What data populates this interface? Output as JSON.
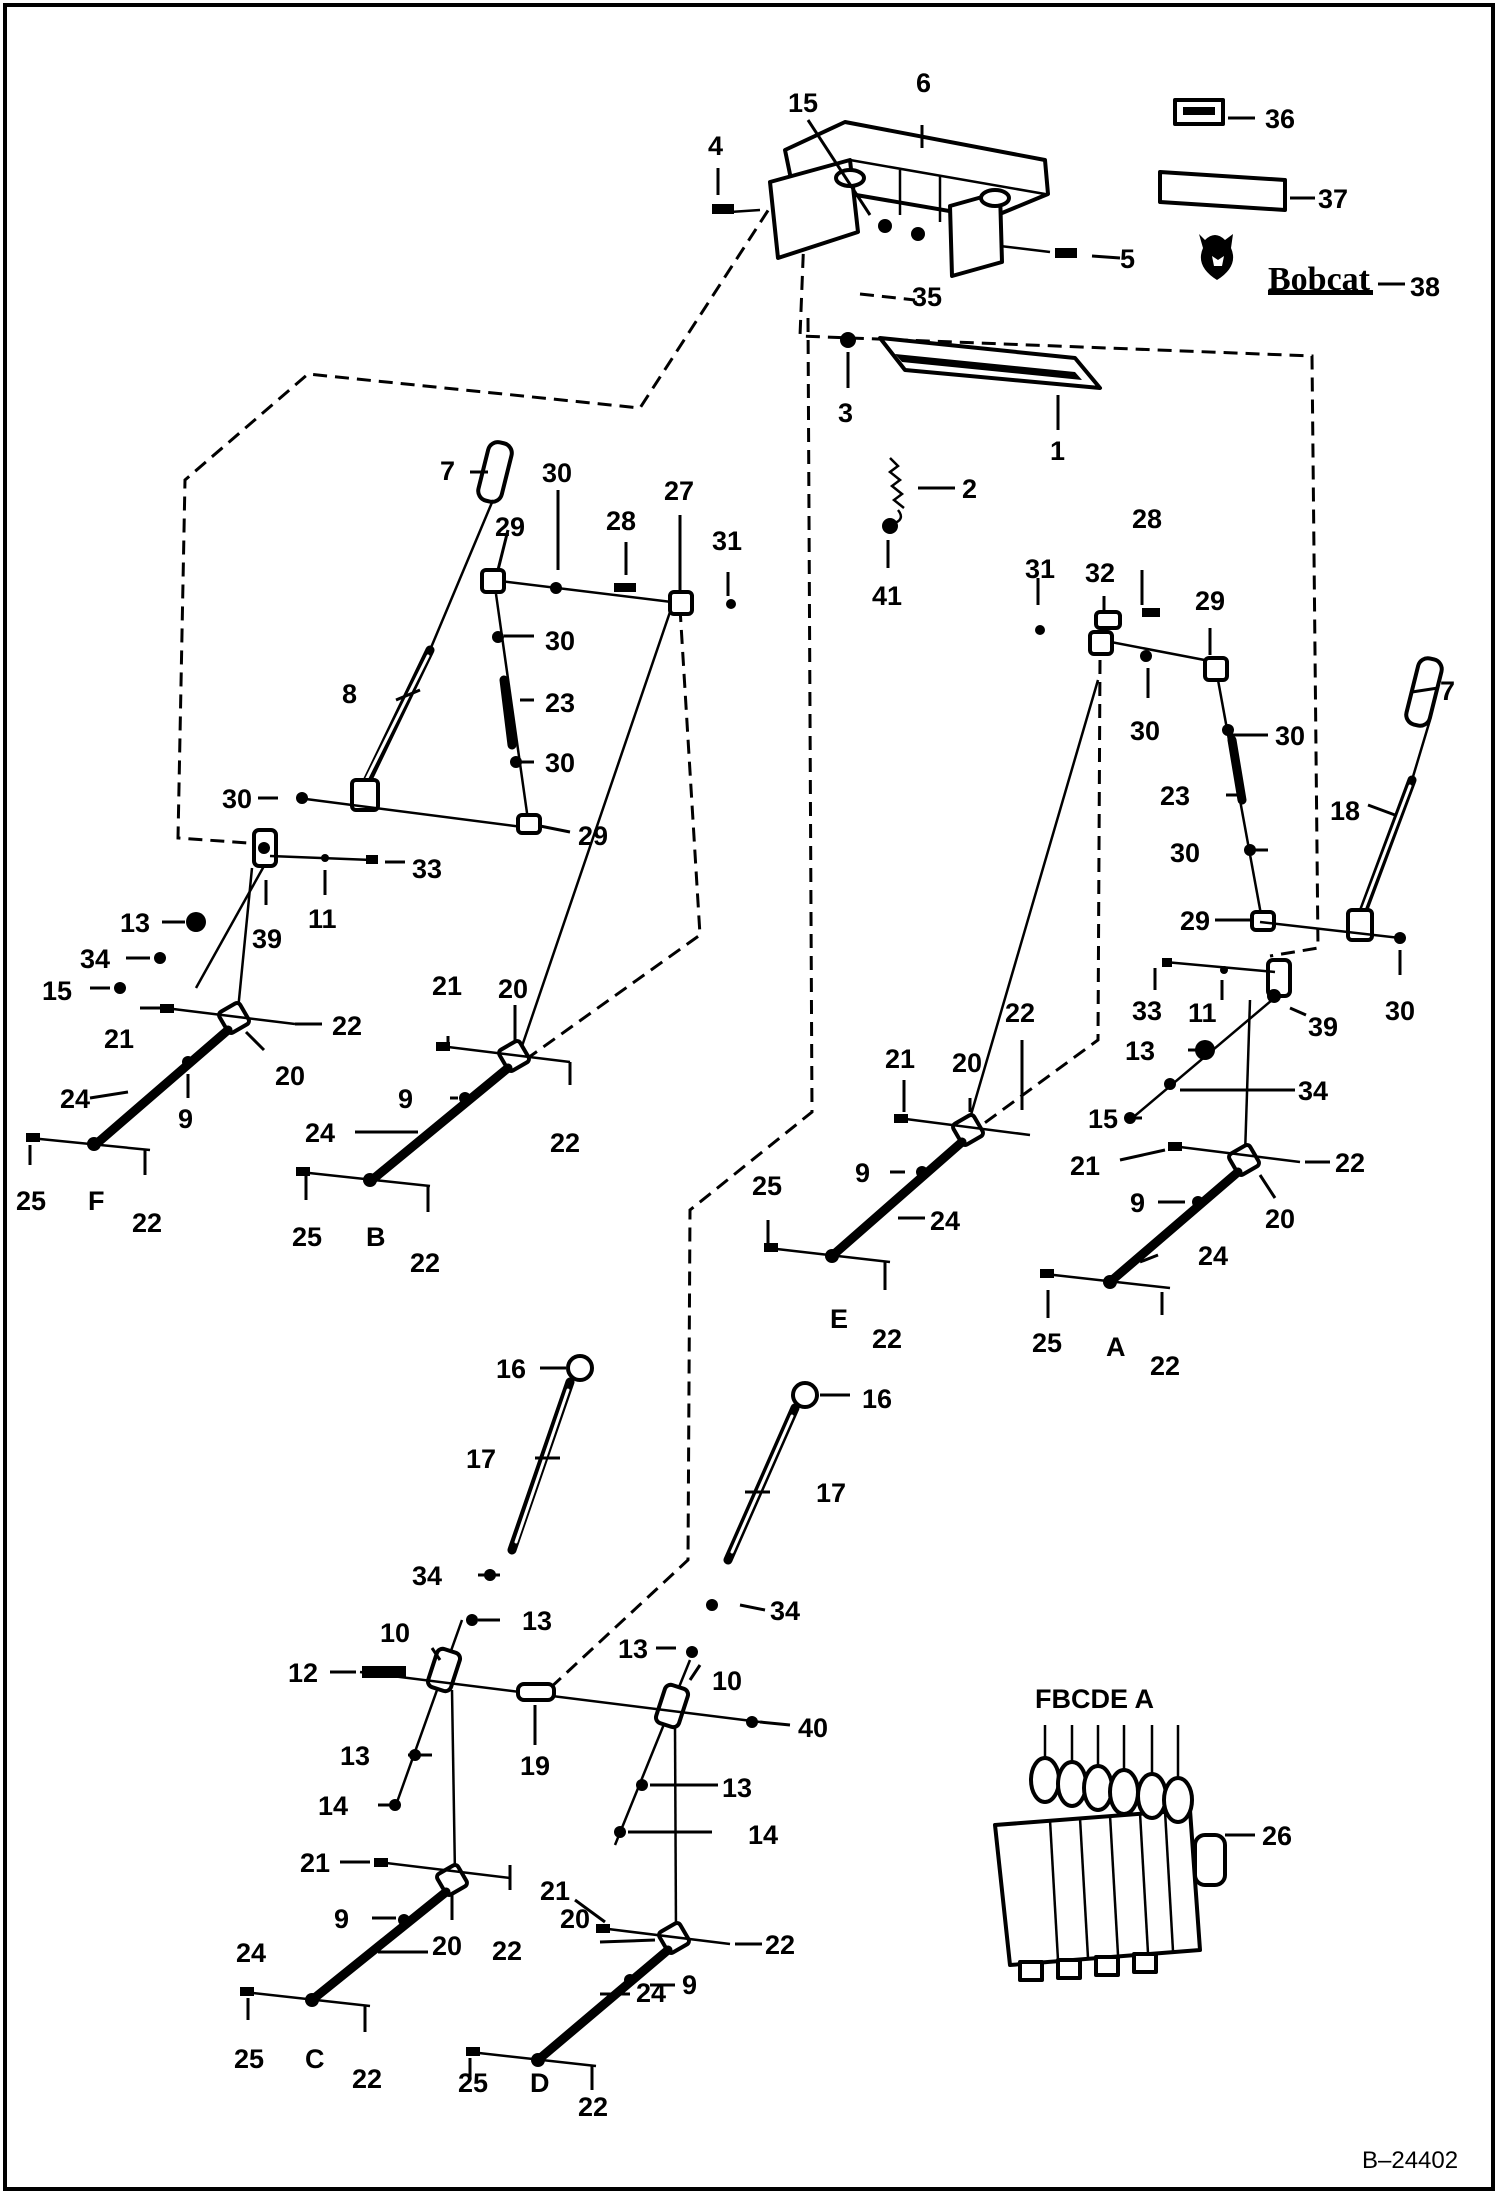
{
  "figure": {
    "reference": "B–24402",
    "brand_logo_text": "Bobcat"
  },
  "valve": {
    "spool_letters": "FBCDE A"
  },
  "callouts": {
    "p1": "1",
    "p2": "2",
    "p3": "3",
    "p4": "4",
    "p5": "5",
    "p6": "6",
    "p7": "7",
    "p8": "8",
    "p9": "9",
    "p10": "10",
    "p11": "11",
    "p12": "12",
    "p13": "13",
    "p14": "14",
    "p15": "15",
    "p16": "16",
    "p17": "17",
    "p18": "18",
    "p19": "19",
    "p20": "20",
    "p21": "21",
    "p22": "22",
    "p23": "23",
    "p24": "24",
    "p25": "25",
    "p26": "26",
    "p27": "27",
    "p28": "28",
    "p29": "29",
    "p30": "30",
    "p31": "31",
    "p32": "32",
    "p33": "33",
    "p34": "34",
    "p35": "35",
    "p36": "36",
    "p37": "37",
    "p38": "38",
    "p39": "39",
    "p40": "40",
    "p41": "41",
    "A": "A",
    "B": "B",
    "C": "C",
    "D": "D",
    "E": "E",
    "F": "F"
  }
}
